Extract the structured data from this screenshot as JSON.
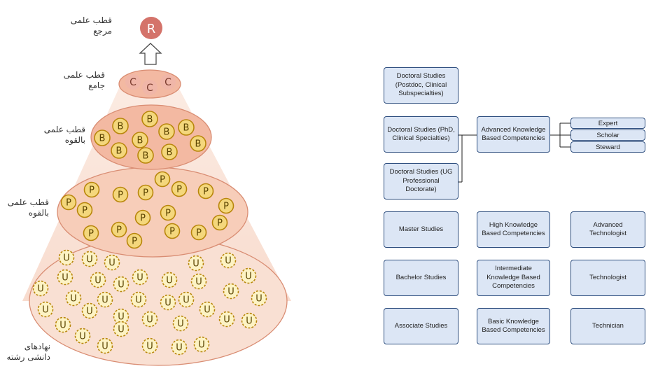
{
  "pyramid": {
    "top_badge": "R",
    "labels": {
      "r": [
        "قطب علمی",
        "مرجع"
      ],
      "c": [
        "قطب علمی",
        "جامع"
      ],
      "b": [
        "قطب علمی",
        "بالقوه"
      ],
      "p": [
        "قطب علمی",
        "بالقوه"
      ],
      "u": [
        "نهادهای",
        "دانشی رشته"
      ]
    },
    "letters": {
      "c": "C",
      "b": "B",
      "p": "P",
      "u": "U"
    }
  },
  "levels": {
    "doctoral_postdoc": "Doctoral Studies (Postdoc, Clinical Subspecialties)",
    "doctoral_phd": "Doctoral Studies (PhD, Clinical Specialties)",
    "doctoral_ug": "Doctoral Studies (UG Professional Doctorate)",
    "master": "Master Studies",
    "bachelor": "Bachelor Studies",
    "associate": "Associate Studies"
  },
  "competencies": {
    "advanced": "Advanced Knowledge Based Competencies",
    "high": "High Knowledge Based Competencies",
    "intermediate": "Intermediate Knowledge Based Competencies",
    "basic": "Basic Knowledge Based Competencies"
  },
  "roles": {
    "expert": "Expert",
    "scholar": "Scholar",
    "steward": "Steward",
    "advanced_technologist": "Advanced Technologist",
    "technologist": "Technologist",
    "technician": "Technician"
  },
  "colors": {
    "r_badge": "#d4736a",
    "c_badge": "#f0b6a8",
    "b_coin": "#f4d77c",
    "p_coin": "#f4d77c",
    "u_coin": "#fdf3c4",
    "coin_border": "#b8860b",
    "box_fill": "#dce6f5",
    "box_border": "#2f4f7f"
  }
}
